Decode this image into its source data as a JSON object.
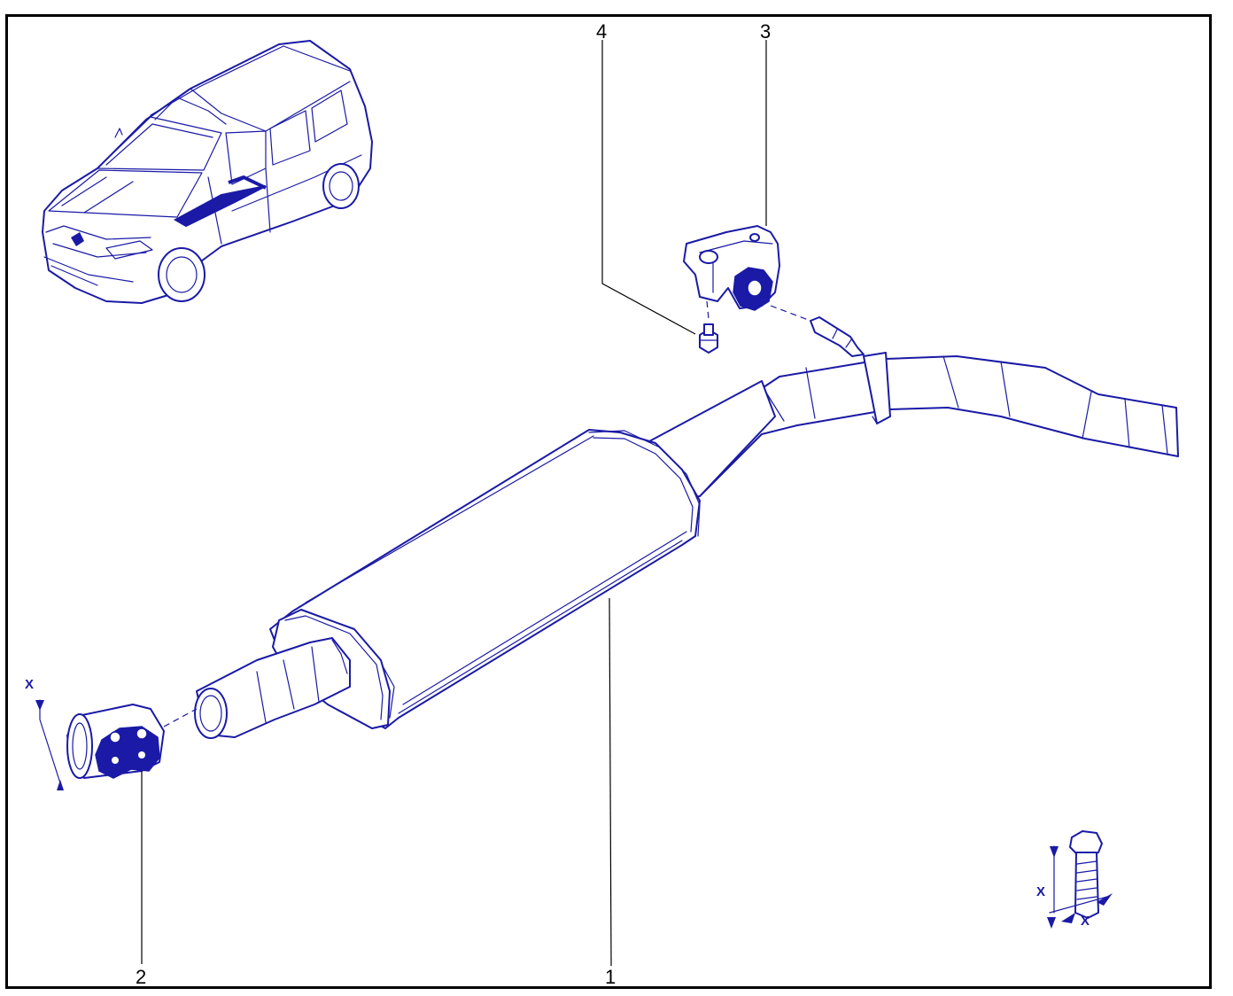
{
  "diagram": {
    "callouts": {
      "muffler": "1",
      "clamp": "2",
      "bracket": "3",
      "bolt": "4"
    },
    "dimension_marks": {
      "clamp_x": "X",
      "bolt_x_vertical": "X",
      "bolt_x_horizontal": "X"
    },
    "colors": {
      "line": "#1a1aa6",
      "fill_dark": "#1a1aa6",
      "callout_text": "#000000",
      "frame": "#000000"
    }
  }
}
